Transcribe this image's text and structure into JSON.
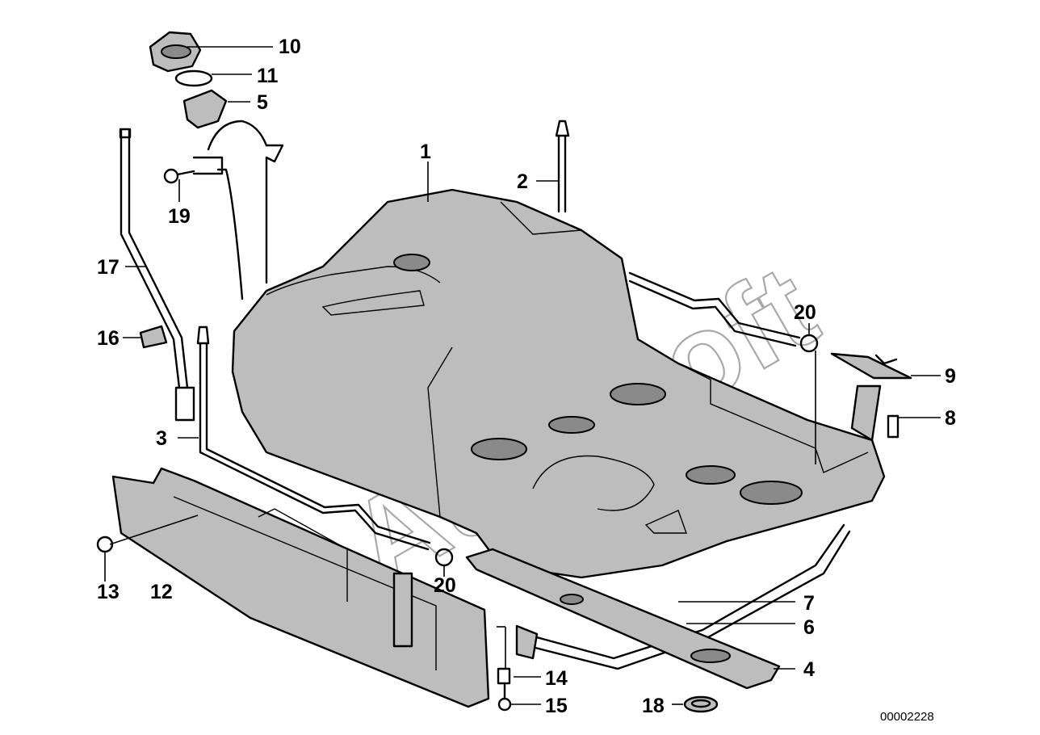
{
  "diagram": {
    "callouts": {
      "c1": "1",
      "c2": "2",
      "c3": "3",
      "c4": "4",
      "c5": "5",
      "c6": "6",
      "c7": "7",
      "c8": "8",
      "c9": "9",
      "c10": "10",
      "c11": "11",
      "c12": "12",
      "c13": "13",
      "c14": "14",
      "c15": "15",
      "c16": "16",
      "c17": "17",
      "c18": "18",
      "c19": "19",
      "c20a": "20",
      "c20b": "20"
    },
    "document_number": "00002228",
    "watermark": "AutoSoft"
  },
  "colors": {
    "line": "#000000",
    "part_shading": "#bdbdbd",
    "watermark": "#8c8c8c"
  }
}
